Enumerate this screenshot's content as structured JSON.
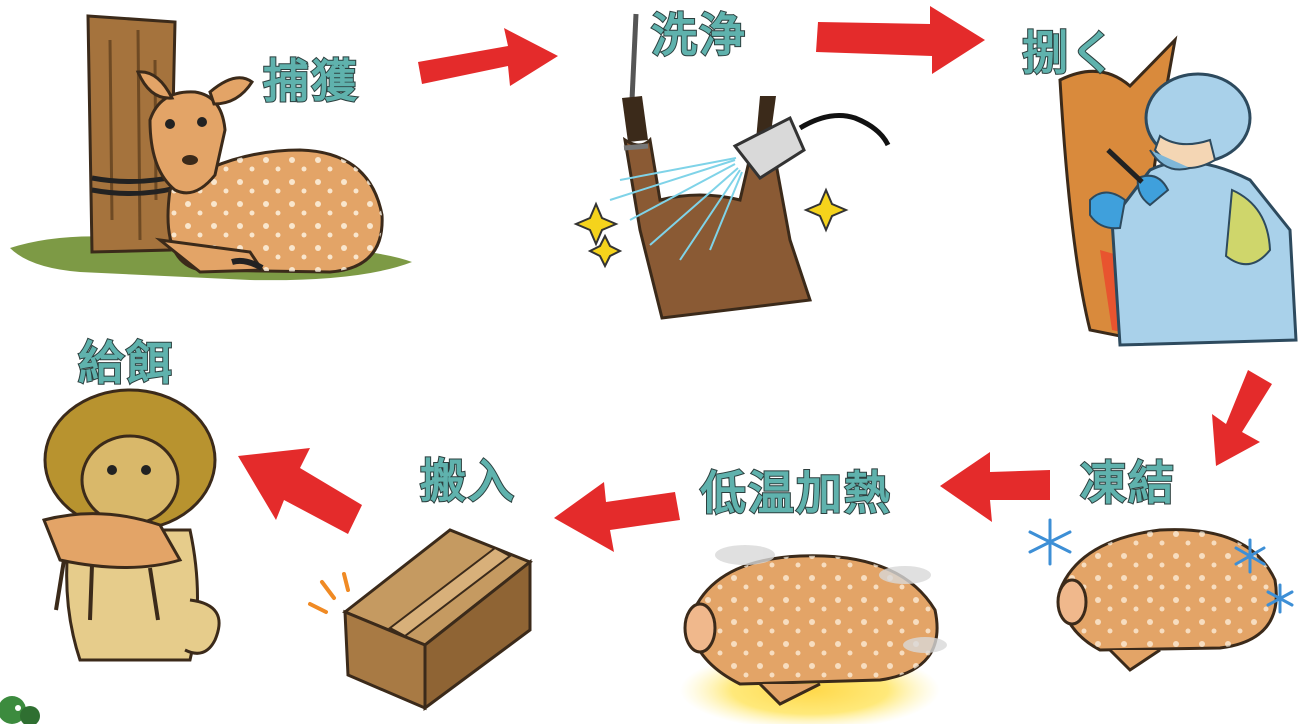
{
  "steps": {
    "capture": "捕獲",
    "wash": "洗浄",
    "skin": "捌く",
    "freeze": "凍結",
    "low_temp_heat": "低温加熱",
    "delivery": "搬入",
    "feeding": "給餌"
  },
  "flow_order": [
    "捕獲",
    "洗浄",
    "捌く",
    "凍結",
    "低温加熱",
    "搬入",
    "給餌"
  ],
  "colors": {
    "arrow": "#e42b2b",
    "label_fill": "#5fb2ad",
    "label_outline": "#2c3f3e",
    "deer_fur": "#e3a467",
    "protective_gown": "#a9d1ea"
  },
  "icons": {
    "capture": "deer-tied-to-tree-icon",
    "wash": "hanging-carcass-hose-icon",
    "skin": "worker-butchering-icon",
    "freeze": "frozen-carcass-icon",
    "low_temp_heat": "heated-carcass-icon",
    "delivery": "cardboard-box-icon",
    "feeding": "lion-eating-icon"
  }
}
